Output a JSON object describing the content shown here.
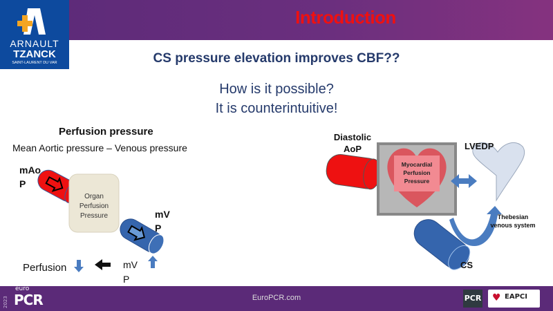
{
  "header": {
    "title": "Introduction",
    "logo": {
      "line1": "ARNAULT",
      "line2": "TZANCK",
      "line3": "SAINT-LAURENT DU VAR"
    }
  },
  "subtitle": "CS pressure elevation improves CBF??",
  "question": {
    "line1": "How is it possible?",
    "line2": "It is counterintuitive!"
  },
  "left_diagram": {
    "heading": "Perfusion pressure",
    "formula": "Mean Aortic pressure – Venous pressure",
    "mAoP_1": "mAo",
    "mAoP_2": "P",
    "organ": [
      "Organ",
      "Perfusion",
      "Pressure"
    ],
    "mVP_1": "mV",
    "mVP_2": "P",
    "perfusion": "Perfusion",
    "mVP_bottom_1": "mV",
    "mVP_bottom_2": "P"
  },
  "right_diagram": {
    "diastolic_1": "Diastolic",
    "diastolic_2": "AoP",
    "myocardial": [
      "Myocardial",
      "Perfusion",
      "Pressure"
    ],
    "lvedp": "LVEDP",
    "thebesian_1": "Thebesian",
    "thebesian_2": "venous system",
    "cs": "CS"
  },
  "footer": {
    "year": "2023",
    "euro": "euro",
    "pcr": "PCR",
    "url": "EuroPCR.com",
    "pcr_logo": "PCR",
    "eapci": "EAPCI"
  },
  "colors": {
    "header": "#5a2a78",
    "title": "#f01010",
    "subtitle": "#253a6b",
    "artery": "#ee1111",
    "vein": "#3565ad"
  }
}
